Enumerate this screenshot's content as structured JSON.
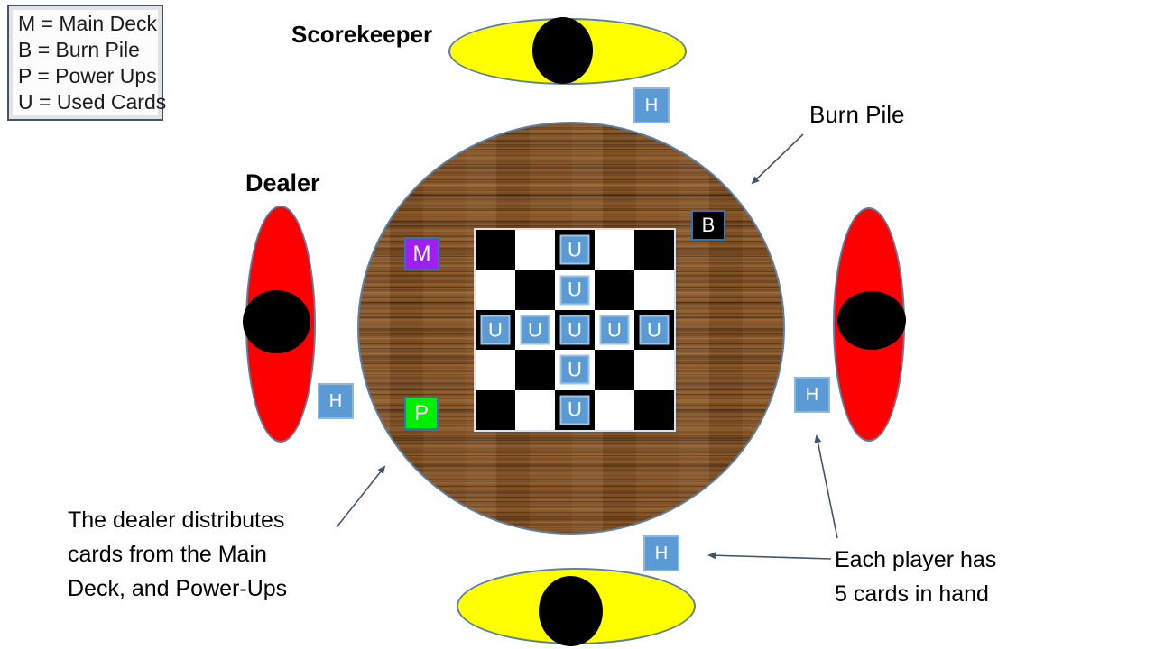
{
  "legend": {
    "items": [
      "M = Main Deck",
      "B = Burn Pile",
      "P = Power Ups",
      "U = Used Cards"
    ]
  },
  "labels": {
    "scorekeeper": "Scorekeeper",
    "dealer": "Dealer",
    "burn_pile": "Burn Pile"
  },
  "notes": {
    "dealer": {
      "lines": [
        "The dealer distributes",
        "cards from the Main",
        "Deck, and Power-Ups"
      ]
    },
    "hand": {
      "lines": [
        "Each player has",
        "5 cards in hand"
      ]
    }
  },
  "markers": {
    "main_deck": "M",
    "burn_pile": "B",
    "power_ups": "P",
    "used_card": "U",
    "hand": "H"
  },
  "board": {
    "rows": 5,
    "cols": 5,
    "first_cell": "black",
    "used_positions": [
      [
        0,
        2
      ],
      [
        1,
        2
      ],
      [
        2,
        0
      ],
      [
        2,
        1
      ],
      [
        2,
        2
      ],
      [
        2,
        3
      ],
      [
        2,
        4
      ],
      [
        3,
        2
      ],
      [
        4,
        2
      ]
    ]
  },
  "colors": {
    "hand_square": "#5B9BD5",
    "used_square": "#5B9BD5",
    "used_square_border": "#9DC3E6",
    "main_deck_square": "#A01EF0",
    "power_ups_square": "#00EE00",
    "burn_pile_square": "#000000",
    "player_side": "#FF0000",
    "player_topbottom": "#FFFF00",
    "player_head": "#000000",
    "table_wood": "#82552A",
    "table_border": "#5C7FA3",
    "arrow": "#44546A"
  }
}
